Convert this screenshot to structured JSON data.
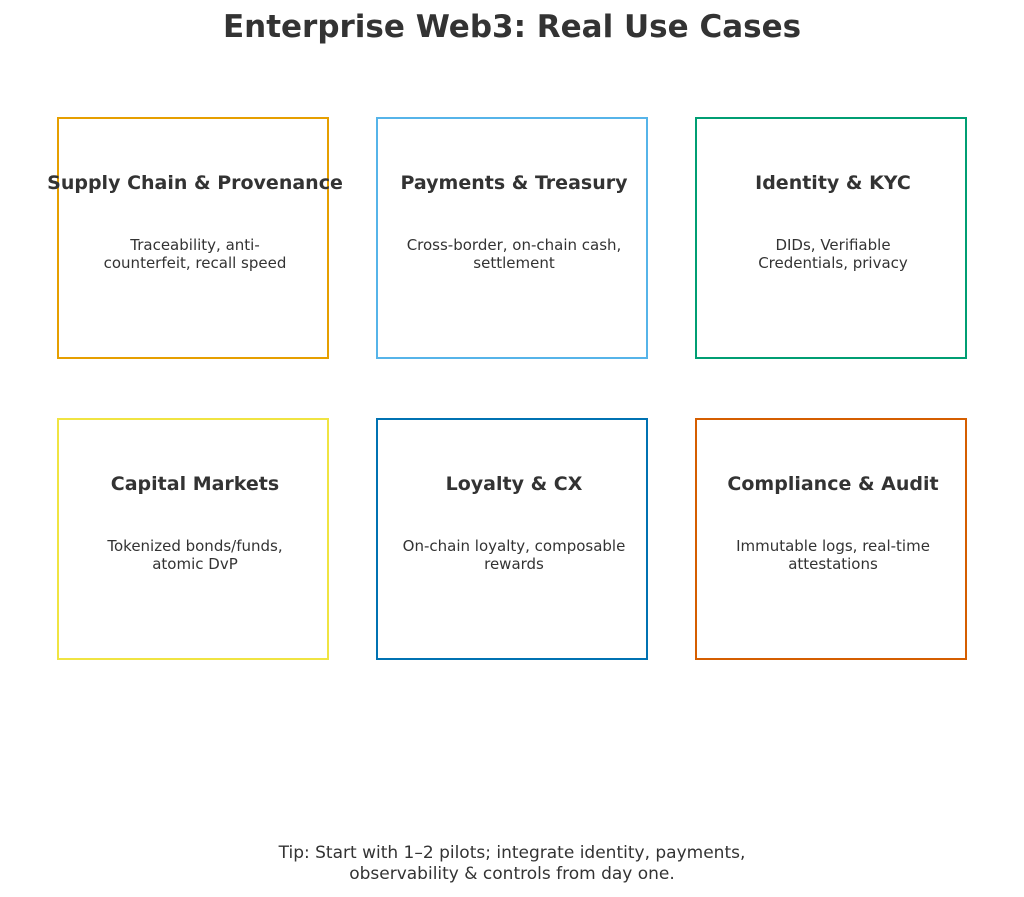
{
  "title": "Enterprise Web3: Real Use Cases",
  "cards": [
    {
      "title": "Supply Chain & Provenance",
      "desc_lines": [
        "Traceability, anti-",
        "counterfeit, recall speed"
      ],
      "color": "#E69F00"
    },
    {
      "title": "Payments & Treasury",
      "desc_lines": [
        "Cross-border, on-chain cash,",
        "settlement"
      ],
      "color": "#56B4E9"
    },
    {
      "title": "Identity & KYC",
      "desc_lines": [
        "DIDs, Verifiable",
        "Credentials, privacy"
      ],
      "color": "#009E73"
    },
    {
      "title": "Capital Markets",
      "desc_lines": [
        "Tokenized bonds/funds,",
        "atomic DvP"
      ],
      "color": "#F0E442"
    },
    {
      "title": "Loyalty & CX",
      "desc_lines": [
        "On-chain loyalty, composable",
        "rewards"
      ],
      "color": "#0072B2"
    },
    {
      "title": "Compliance & Audit",
      "desc_lines": [
        "Immutable logs, real-time",
        "attestations"
      ],
      "color": "#D55E00"
    }
  ],
  "tip_lines": [
    "Tip: Start with 1–2 pilots; integrate identity, payments,",
    "observability & controls from day one."
  ]
}
